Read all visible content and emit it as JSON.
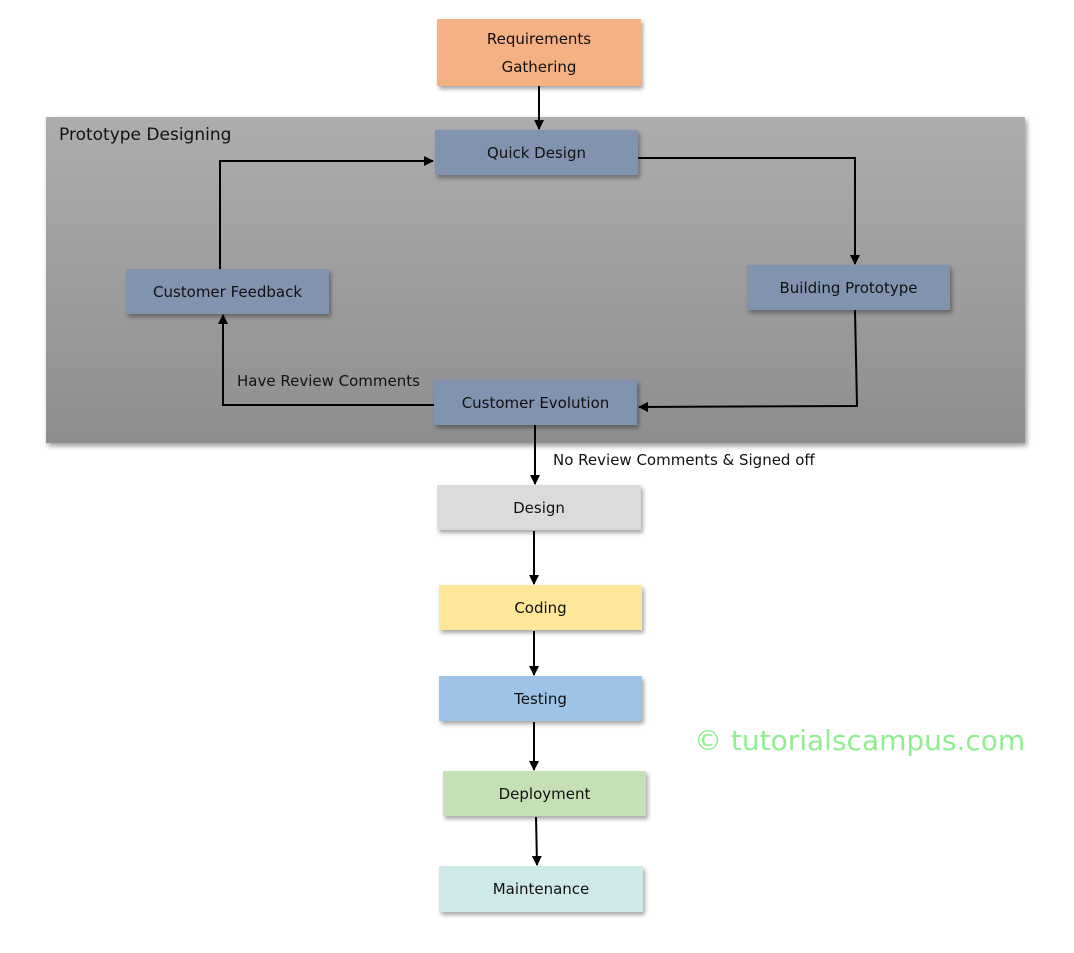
{
  "diagram": {
    "region": {
      "title": "Prototype Designing"
    },
    "nodes": {
      "requirements": {
        "line1": "Requirements",
        "line2": "Gathering",
        "color": "#f5b083"
      },
      "quick_design": {
        "label": "Quick Design",
        "color": "#8193ae"
      },
      "building_prototype": {
        "label": "Building Prototype",
        "color": "#8193ae"
      },
      "customer_evolution": {
        "label": "Customer Evolution",
        "color": "#8193ae"
      },
      "customer_feedback": {
        "label": "Customer Feedback",
        "color": "#8193ae"
      },
      "design": {
        "label": "Design",
        "color": "#dbdbdb"
      },
      "coding": {
        "label": "Coding",
        "color": "#ffe699"
      },
      "testing": {
        "label": "Testing",
        "color": "#9dc3e6"
      },
      "deployment": {
        "label": "Deployment",
        "color": "#c5e0b4"
      },
      "maintenance": {
        "label": "Maintenance",
        "color": "#cfe8e8"
      }
    },
    "edge_labels": {
      "review": "Have Review Comments",
      "signed_off": "No Review Comments & Signed off"
    },
    "watermark": "© tutorialscampus.com"
  }
}
